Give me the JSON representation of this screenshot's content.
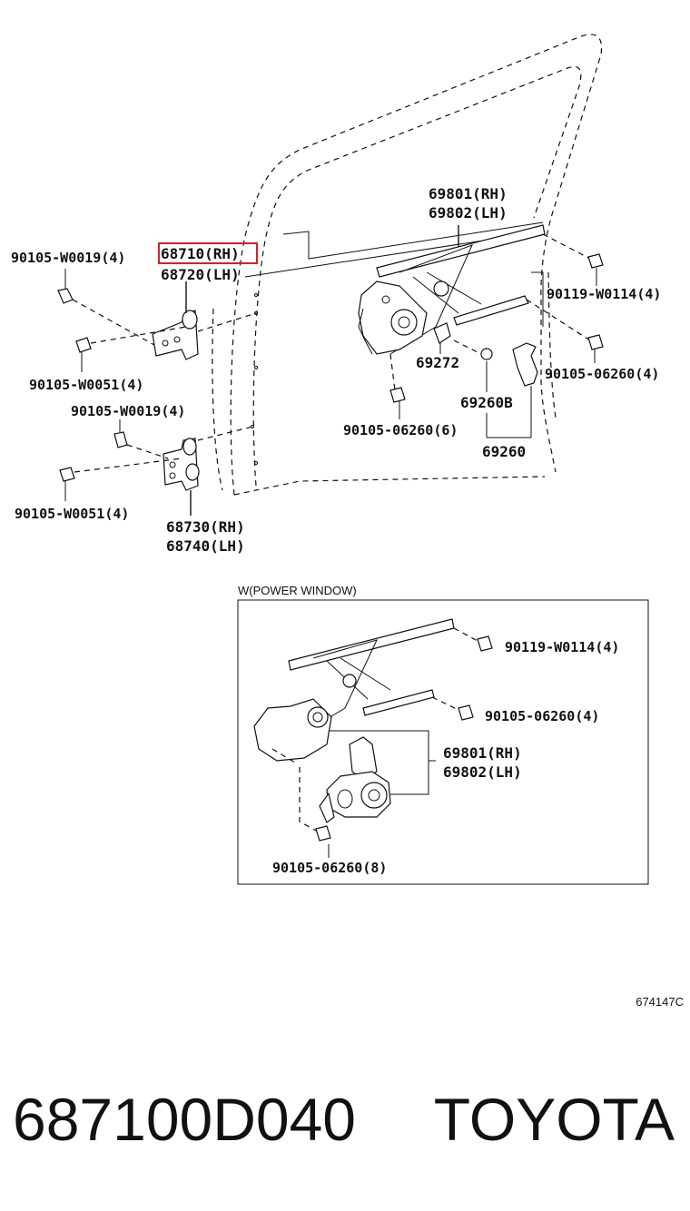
{
  "labels": {
    "b_90105_W0019_top": "90105-W0019(4)",
    "p_68710": "68710(RH)",
    "p_68720": "68720(LH)",
    "b_90105_W0051_top": "90105-W0051(4)",
    "b_90105_W0019_mid": "90105-W0019(4)",
    "b_90105_W0051_bot": "90105-W0051(4)",
    "p_68730": "68730(RH)",
    "p_68740": "68740(LH)",
    "p_69801": "69801(RH)",
    "p_69802": "69802(LH)",
    "b_90119_W0114": "90119-W0114(4)",
    "b_90105_06260_4": "90105-06260(4)",
    "p_69272": "69272",
    "p_69260B": "69260B",
    "p_69260": "69260",
    "b_90105_06260_6": "90105-06260(6)"
  },
  "inset": {
    "title": "W(POWER WINDOW)",
    "b_90119_W0114": "90119-W0114(4)",
    "b_90105_06260_4": "90105-06260(4)",
    "p_69801": "69801(RH)",
    "p_69802": "69802(LH)",
    "b_90105_06260_8": "90105-06260(8)"
  },
  "diagram_code": "674147C",
  "footer": {
    "part_number": "687100D040",
    "brand": "TOYOTA"
  },
  "highlight_color": "#d0202a"
}
